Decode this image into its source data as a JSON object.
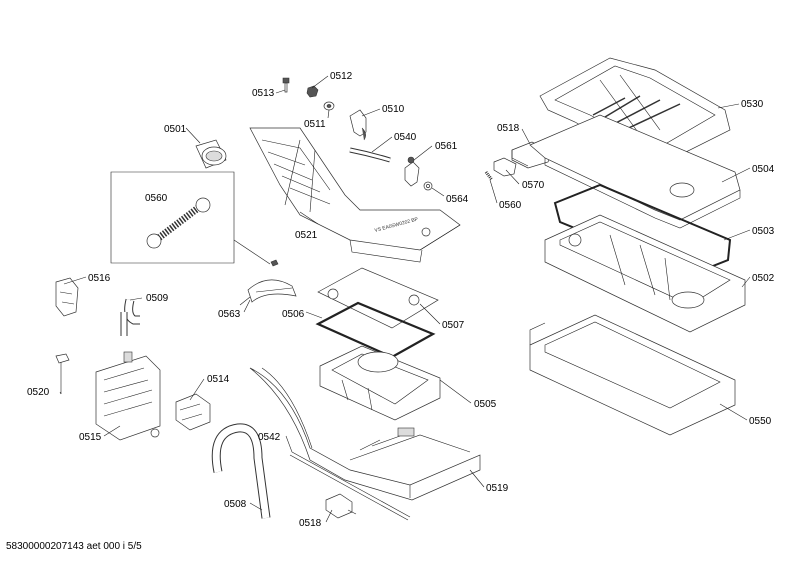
{
  "footer": "58300000207143 aet 000 i 5/5",
  "parts": [
    {
      "id": "p0513",
      "label": "0513"
    },
    {
      "id": "p0512",
      "label": "0512"
    },
    {
      "id": "p0511",
      "label": "0511"
    },
    {
      "id": "p0510",
      "label": "0510"
    },
    {
      "id": "p0501",
      "label": "0501"
    },
    {
      "id": "p0540",
      "label": "0540"
    },
    {
      "id": "p0561",
      "label": "0561"
    },
    {
      "id": "p0564",
      "label": "0564"
    },
    {
      "id": "p0518a",
      "label": "0518"
    },
    {
      "id": "p0570",
      "label": "0570"
    },
    {
      "id": "p0560a",
      "label": "0560"
    },
    {
      "id": "p0530",
      "label": "0530"
    },
    {
      "id": "p0504",
      "label": "0504"
    },
    {
      "id": "p0503",
      "label": "0503"
    },
    {
      "id": "p0502",
      "label": "0502"
    },
    {
      "id": "p0560b",
      "label": "0560"
    },
    {
      "id": "p0521",
      "label": "0521"
    },
    {
      "id": "p0516",
      "label": "0516"
    },
    {
      "id": "p0509",
      "label": "0509"
    },
    {
      "id": "p0563",
      "label": "0563"
    },
    {
      "id": "p0506",
      "label": "0506"
    },
    {
      "id": "p0507",
      "label": "0507"
    },
    {
      "id": "p0520",
      "label": "0520"
    },
    {
      "id": "p0514",
      "label": "0514"
    },
    {
      "id": "p0505",
      "label": "0505"
    },
    {
      "id": "p0550",
      "label": "0550"
    },
    {
      "id": "p0515",
      "label": "0515"
    },
    {
      "id": "p0542",
      "label": "0542"
    },
    {
      "id": "p0519",
      "label": "0519"
    },
    {
      "id": "p0508",
      "label": "0508"
    },
    {
      "id": "p0518b",
      "label": "0518"
    }
  ]
}
